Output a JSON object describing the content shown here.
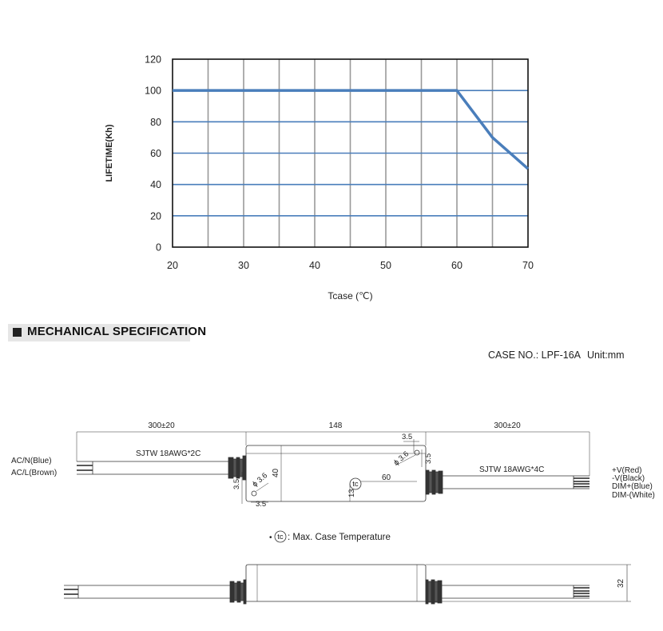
{
  "chart_data": {
    "type": "line",
    "title": "",
    "xlabel": "Tcase (℃)",
    "ylabel": "LIFETIME(Kh)",
    "x_ticks": [
      20,
      30,
      40,
      50,
      60,
      70
    ],
    "y_ticks": [
      0,
      20,
      40,
      60,
      80,
      100,
      120
    ],
    "xlim": [
      20,
      70
    ],
    "ylim": [
      0,
      120
    ],
    "grid": true,
    "grid_x_step": 5,
    "grid_y_step": 20,
    "series": [
      {
        "color": "#4a7ebb",
        "x": [
          20,
          60,
          65,
          70
        ],
        "y": [
          100,
          100,
          70,
          50
        ]
      }
    ]
  },
  "section": {
    "title": "MECHANICAL SPECIFICATION"
  },
  "case_info": {
    "case_no": "CASE NO.: LPF-16A",
    "unit": "Unit:mm"
  },
  "drawing": {
    "dim_left_cable": "300±20",
    "dim_body": "148",
    "dim_right_cable": "300±20",
    "left_cable_label": "SJTW  18AWG*2C",
    "right_cable_label": "SJTW  18AWG*4C",
    "left_wires": [
      "AC/N(Blue)",
      "AC/L(Brown)"
    ],
    "right_wires": [
      "+V(Red)",
      "-V(Black)",
      "DIM+(Blue)",
      "DIM-(White)"
    ],
    "dim_35_top": "3.5",
    "dim_35_side_top": "3.5",
    "dim_hole_top": "ϕ 3.6",
    "dim_35_side_bottom": "3.5",
    "dim_35_bottom": "3.5",
    "dim_hole_bottom": "ϕ 3.6",
    "dim_height": "40",
    "dim_tc_offset_y": "13",
    "dim_tc_offset_x": "60",
    "tc_symbol": "tc",
    "dim_side_height": "32",
    "legend_bullet": "•",
    "legend_text": ": Max. Case Temperature"
  },
  "colors": {
    "line": "#4a7ebb",
    "grid": "#999999",
    "frame": "#111111",
    "drawing": "#333333"
  }
}
